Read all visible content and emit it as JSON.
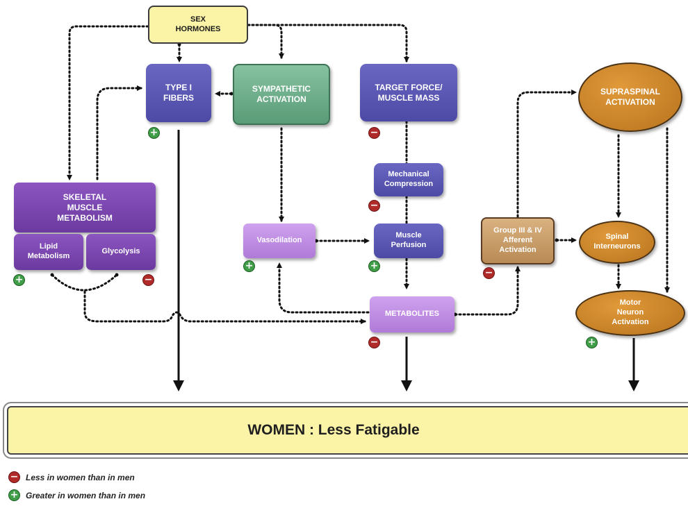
{
  "nodes": {
    "sex_hormones": "SEX\nHORMONES",
    "type1_fibers": "TYPE I\nFIBERS",
    "sympathetic": "SYMPATHETIC\nACTIVATION",
    "target_force": "TARGET FORCE/\nMUSCLE MASS",
    "supraspinal": "SUPRASPINAL\nACTIVATION",
    "skeletal_muscle": "SKELETAL\nMUSCLE\nMETABOLISM",
    "lipid": "Lipid\nMetabolism",
    "glycolysis": "Glycolysis",
    "mechanical_compression": "Mechanical\nCompression",
    "vasodilation": "Vasodilation",
    "muscle_perfusion": "Muscle\nPerfusion",
    "group_afferent": "Group III & IV\nAfferent\nActivation",
    "spinal_interneurons": "Spinal\nInterneurons",
    "metabolites": "METABOLITES",
    "motor_neuron": "Motor\nNeuron\nActivation"
  },
  "signs": {
    "minus": "−",
    "plus": "+"
  },
  "banner": "WOMEN : Less Fatigable",
  "legend": {
    "less": "Less in women than in men",
    "greater": "Greater in women than in men"
  },
  "colors": {
    "blue": "#5a57b5",
    "purple": "#7a45ae",
    "green": "#6fae8a",
    "lilac": "#c08ce4",
    "tan": "#c99d68",
    "orange": "#c9822a",
    "yellow": "#fbf3a6",
    "minus": "#b02a2a",
    "plus": "#3f9e47"
  }
}
